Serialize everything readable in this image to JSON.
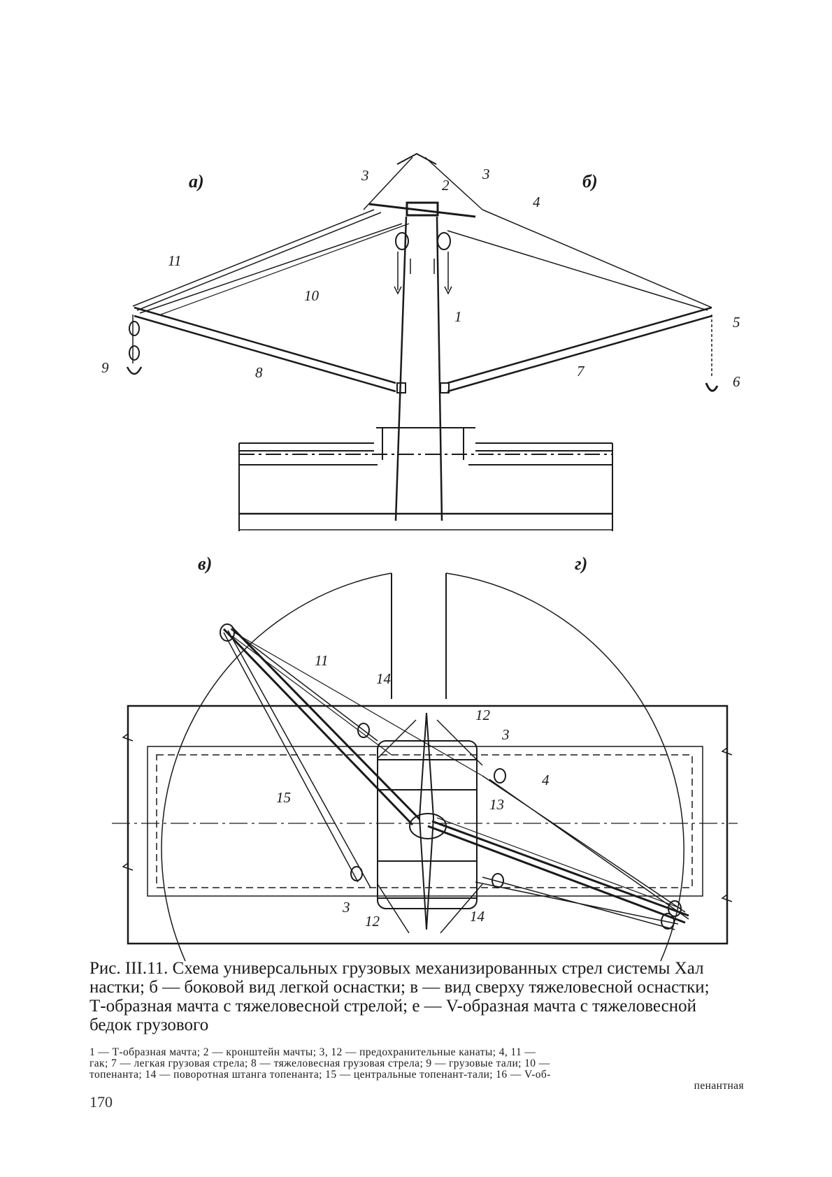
{
  "figure": {
    "panel_labels": [
      "а)",
      "б)",
      "в)",
      "г)"
    ],
    "part_numbers_top": [
      "1",
      "2",
      "3",
      "3",
      "4",
      "5",
      "6",
      "7",
      "8",
      "9",
      "10",
      "11"
    ],
    "part_numbers_bottom": [
      "11",
      "14",
      "12",
      "3",
      "4",
      "13",
      "15",
      "3",
      "12",
      "14"
    ]
  },
  "caption": {
    "lines": [
      "Рис. III.11. Схема универсальных грузовых механизированных стрел системы Хал",
      "настки; б — боковой вид легкой оснастки; в — вид сверху тяжеловесной оснастки;",
      "Т-образная мачта с тяжеловесной стрелой; е — V-образная мачта с тяжеловесной",
      "бедок грузового"
    ]
  },
  "legend": {
    "lines": [
      "1 — Т-образная мачта; 2 — кронштейн мачты; 3, 12 — предохранительные канаты; 4, 11 —",
      "гак; 7 — легкая грузовая стрела; 8 — тяжеловесная грузовая стрела; 9 — грузовые тали; 10 —",
      "топенанта; 14 — поворотная штанга топенанта; 15 — центральные топенант-тали; 16 — V-об-",
      "пенантная"
    ]
  },
  "page_number": "170"
}
